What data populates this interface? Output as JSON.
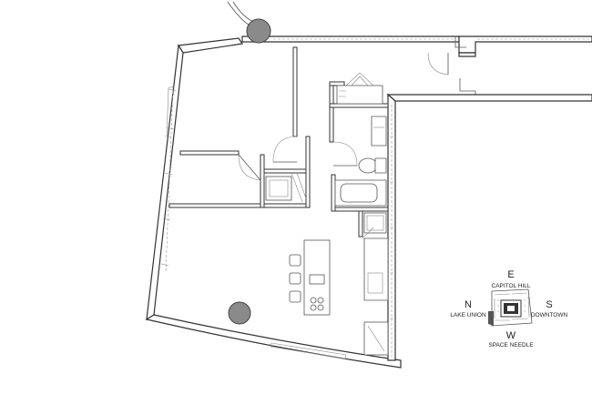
{
  "compass": {
    "north_letter": "N",
    "north_label": "LAKE UNION",
    "east_letter": "E",
    "east_label": "CAPITOL HILL",
    "south_letter": "S",
    "south_label": "DOWNTOWN",
    "west_letter": "W",
    "west_label": "SPACE NEEDLE"
  },
  "colors": {
    "wall": "#333333",
    "column": "#8a8a8a",
    "background": "#ffffff"
  }
}
